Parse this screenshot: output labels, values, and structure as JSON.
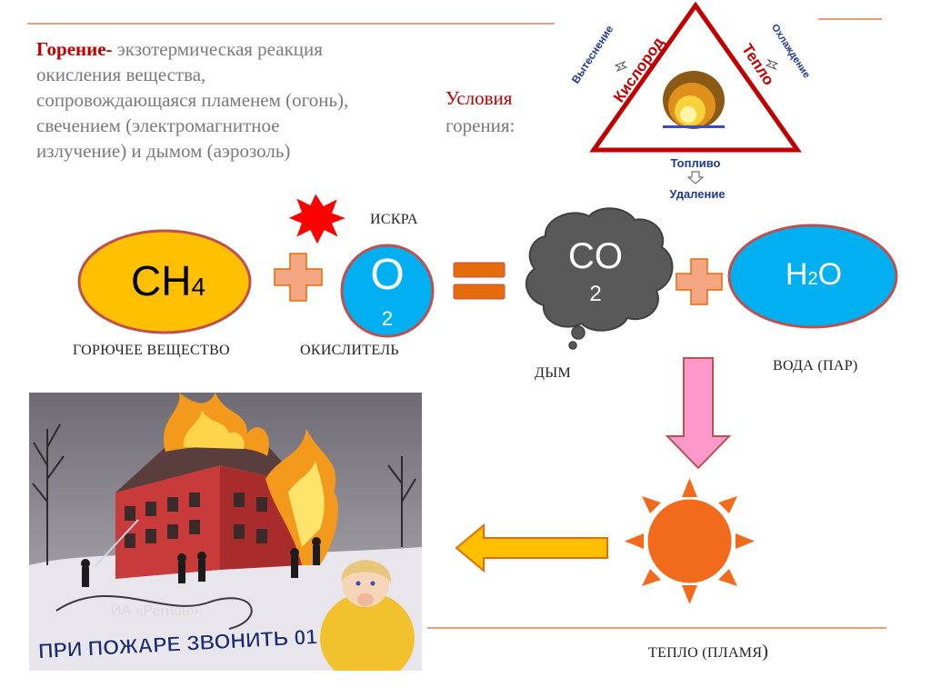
{
  "definition": {
    "term": "Горение",
    "dash": "-",
    "lines": [
      " экзотермическая реакция",
      "окисления вещества,",
      "сопровождающаяся пламенем (огонь),",
      "свечением (электромагнитное",
      "излучение) и дымом (аэрозоль)"
    ]
  },
  "conditions": {
    "line1": "Условия",
    "line2": "горения:"
  },
  "triangle": {
    "oxygen": "Кислород",
    "heat": "Тепло",
    "fuel": "Топливо",
    "displacement": "Вытеснение",
    "cooling": "Охлаждение",
    "removal": "Удаление"
  },
  "equation": {
    "ch4_main": "CH",
    "ch4_sub": "4",
    "o2_main": "O",
    "o2_sub": "2",
    "co2_main": "CO",
    "co2_sub": "2",
    "h2o_a": "H",
    "h2o_sub": "2",
    "h2o_b": "O"
  },
  "labels": {
    "spark": "ИСКРА",
    "fuel": "ГОРЮЧЕЕ ВЕЩЕСТВО",
    "oxidizer": "ОКИСЛИТЕЛЬ",
    "smoke": "ДЫМ",
    "water": "ВОДА (ПАР)",
    "heat": "ТЕПЛО (ПЛАМЯ",
    "heat_paren": ")"
  },
  "poster": {
    "caption": "ПРИ ПОЖАРЕ ЗВОНИТЬ 01",
    "watermark": "ИА «Регион»"
  },
  "colors": {
    "ch4_fill": "#ffc000",
    "ch4_stroke": "#c0504d",
    "o2_fill": "#00b0f0",
    "h2o_fill": "#00b0f0",
    "co2_fill": "#595959",
    "plus": "#f4a582",
    "equals": "#e46c0a",
    "down_arrow": "#ff99cc",
    "left_arrow": "#ffc000",
    "sun": "#f26b1d",
    "triangle": "#c00000",
    "accent_line": "#e8a07a"
  }
}
